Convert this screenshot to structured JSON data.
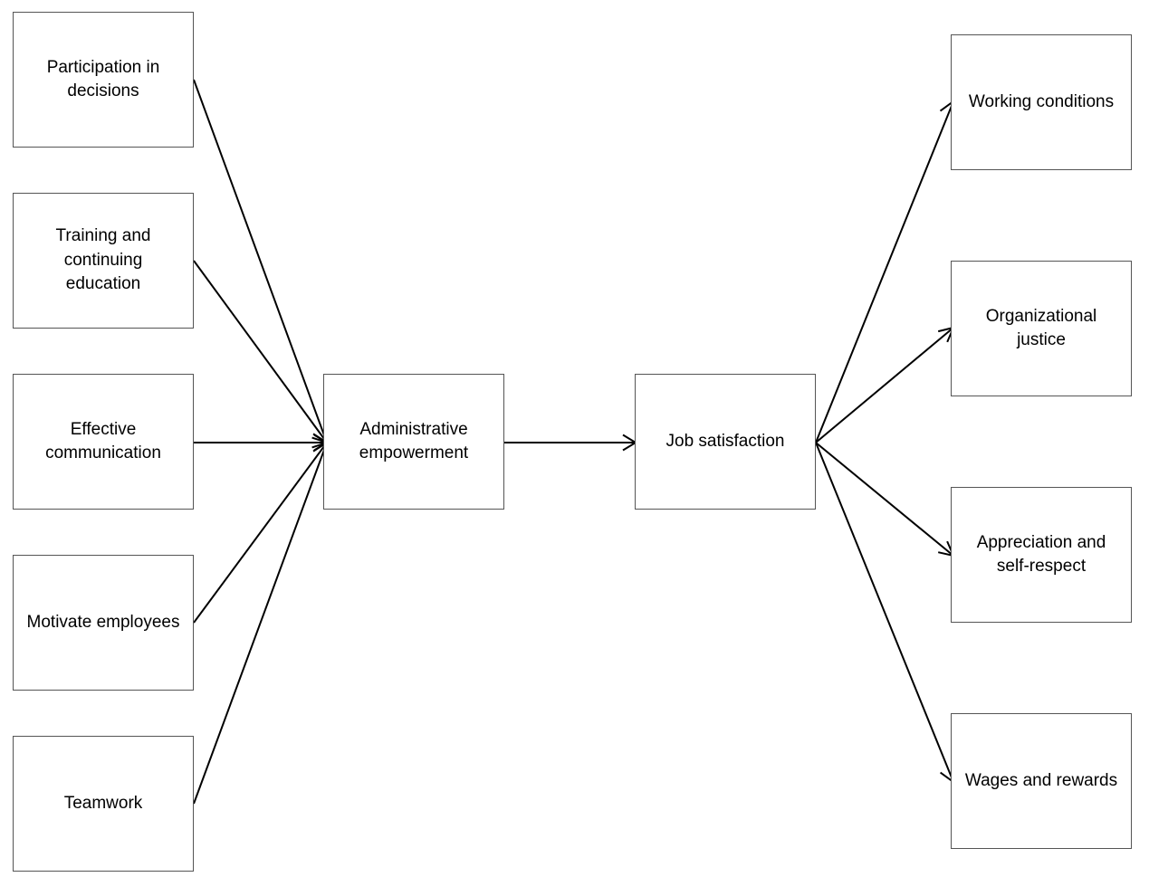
{
  "diagram": {
    "nodes": [
      {
        "id": "participation",
        "label": "Participation in decisions"
      },
      {
        "id": "training",
        "label": "Training and continuing education"
      },
      {
        "id": "communication",
        "label": "Effective communication"
      },
      {
        "id": "motivate",
        "label": "Motivate employees"
      },
      {
        "id": "teamwork",
        "label": "Teamwork"
      },
      {
        "id": "empowerment",
        "label": "Administrative empowerment"
      },
      {
        "id": "satisfaction",
        "label": "Job satisfaction"
      },
      {
        "id": "working",
        "label": "Working conditions"
      },
      {
        "id": "justice",
        "label": "Organizational justice"
      },
      {
        "id": "appreciation",
        "label": "Appreciation and self-respect"
      },
      {
        "id": "wages",
        "label": "Wages and rewards"
      }
    ],
    "edges": [
      {
        "from": "participation",
        "to": "empowerment"
      },
      {
        "from": "training",
        "to": "empowerment"
      },
      {
        "from": "communication",
        "to": "empowerment"
      },
      {
        "from": "motivate",
        "to": "empowerment"
      },
      {
        "from": "teamwork",
        "to": "empowerment"
      },
      {
        "from": "empowerment",
        "to": "satisfaction"
      },
      {
        "from": "satisfaction",
        "to": "working"
      },
      {
        "from": "satisfaction",
        "to": "justice"
      },
      {
        "from": "satisfaction",
        "to": "appreciation"
      },
      {
        "from": "satisfaction",
        "to": "wages"
      }
    ],
    "colors": {
      "box_border": "#555555",
      "line": "#000000",
      "text": "#000000",
      "background": "#ffffff"
    }
  }
}
